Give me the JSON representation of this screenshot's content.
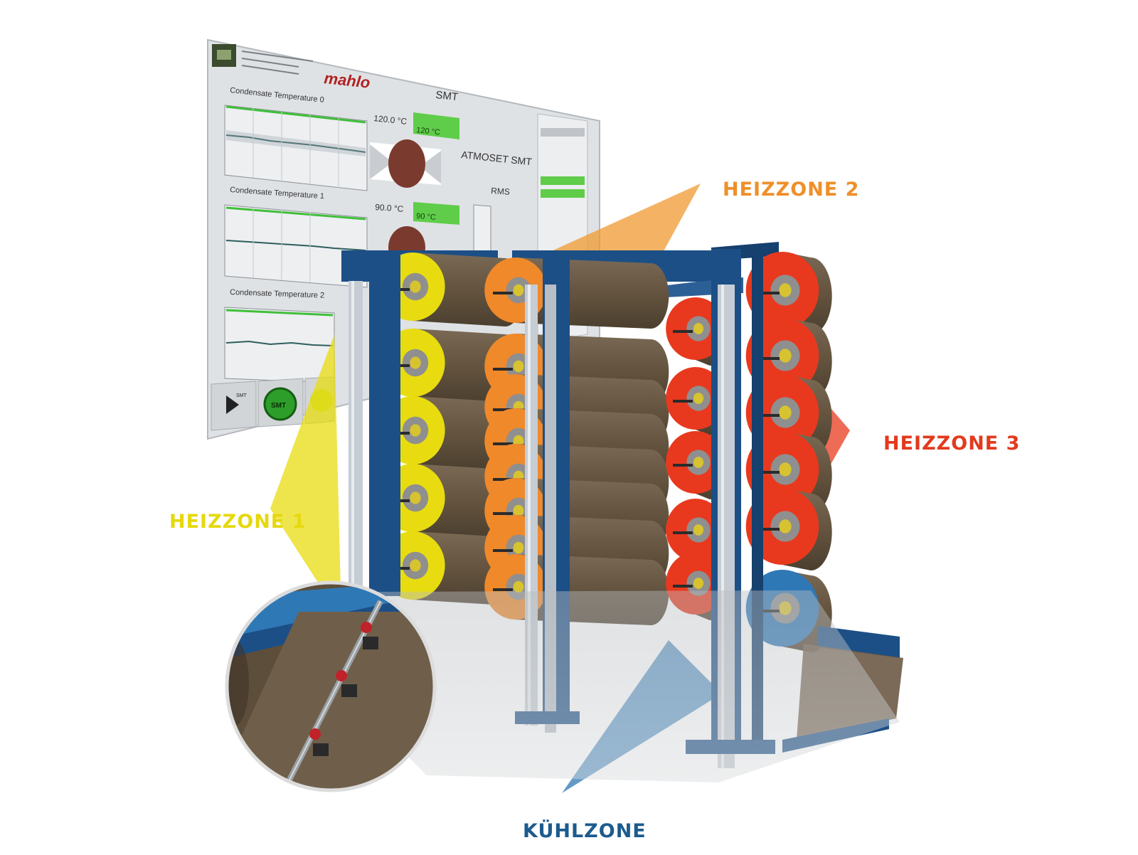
{
  "zones": {
    "heizzone1": {
      "label": "HEIZZONE 1",
      "color": "#e8dc10"
    },
    "heizzone2": {
      "label": "HEIZZONE 2",
      "color": "#f0892a"
    },
    "heizzone3": {
      "label": "HEIZZONE 3",
      "color": "#e8391e"
    },
    "kuehlzone": {
      "label": "KÜHLZONE",
      "color": "#2f78b6"
    }
  },
  "screen": {
    "brand": "mahlo",
    "title": "SMT",
    "device_name": "ATMOSET SMT",
    "rms_label": "RMS",
    "charts": [
      {
        "title": "Condensate Temperature 0"
      },
      {
        "title": "Condensate Temperature 1"
      },
      {
        "title": "Condensate Temperature 2"
      }
    ],
    "setpoints": [
      {
        "setpoint": "120.0 °C",
        "actual": "120 °C"
      },
      {
        "setpoint": "90.0 °C",
        "actual": "90 °C"
      }
    ],
    "buttons": {
      "play_label": "SMT",
      "smt_label": "SMT"
    }
  },
  "colors": {
    "frame_blue": "#1c4f86",
    "roller_brown": "#6b5a45",
    "panel_grey": "#dde0e3",
    "status_green": "#5fcd4a"
  }
}
